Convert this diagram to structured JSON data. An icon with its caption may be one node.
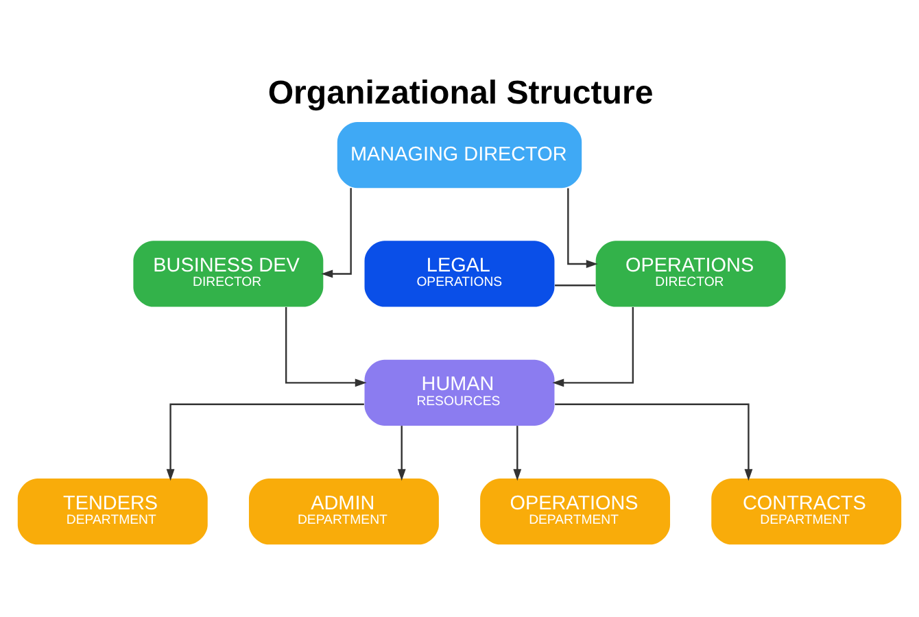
{
  "diagram": {
    "title": "Organizational Structure",
    "nodes": [
      {
        "text": [
          "MANAGING DIRECTOR"
        ]
      },
      {
        "text": [
          "LEGAL",
          "OPERATIONS"
        ]
      },
      {
        "text": [
          "OPERATIONS",
          "DIRECTOR"
        ]
      },
      {
        "text": [
          "BUSINESS DEV",
          "DIRECTOR"
        ]
      },
      {
        "text": [
          "HUMAN",
          "RESOURCES"
        ]
      },
      {
        "text": [
          "TENDERS",
          "DEPARTMENT"
        ]
      },
      {
        "text": [
          "ADMIN",
          "DEPARTMENT"
        ]
      },
      {
        "text": [
          "OPERATIONS",
          "DEPARTMENT"
        ]
      },
      {
        "text": [
          "CONTRACTS",
          "DEPARTMENT"
        ]
      }
    ],
    "edges": [
      {
        "from": 0,
        "to": 2,
        "arrow": "to"
      },
      {
        "from": 0,
        "to": 3,
        "arrow": "to"
      },
      {
        "from": 1,
        "to": 2,
        "arrow": "none"
      },
      {
        "from": 2,
        "to": 4,
        "arrow": "to"
      },
      {
        "from": 3,
        "to": 4,
        "arrow": "to"
      },
      {
        "from": 4,
        "to": 5,
        "arrow": "to"
      },
      {
        "from": 4,
        "to": 6,
        "arrow": "to"
      },
      {
        "from": 4,
        "to": 7,
        "arrow": "to"
      },
      {
        "from": 4,
        "to": 8,
        "arrow": "to"
      }
    ]
  }
}
